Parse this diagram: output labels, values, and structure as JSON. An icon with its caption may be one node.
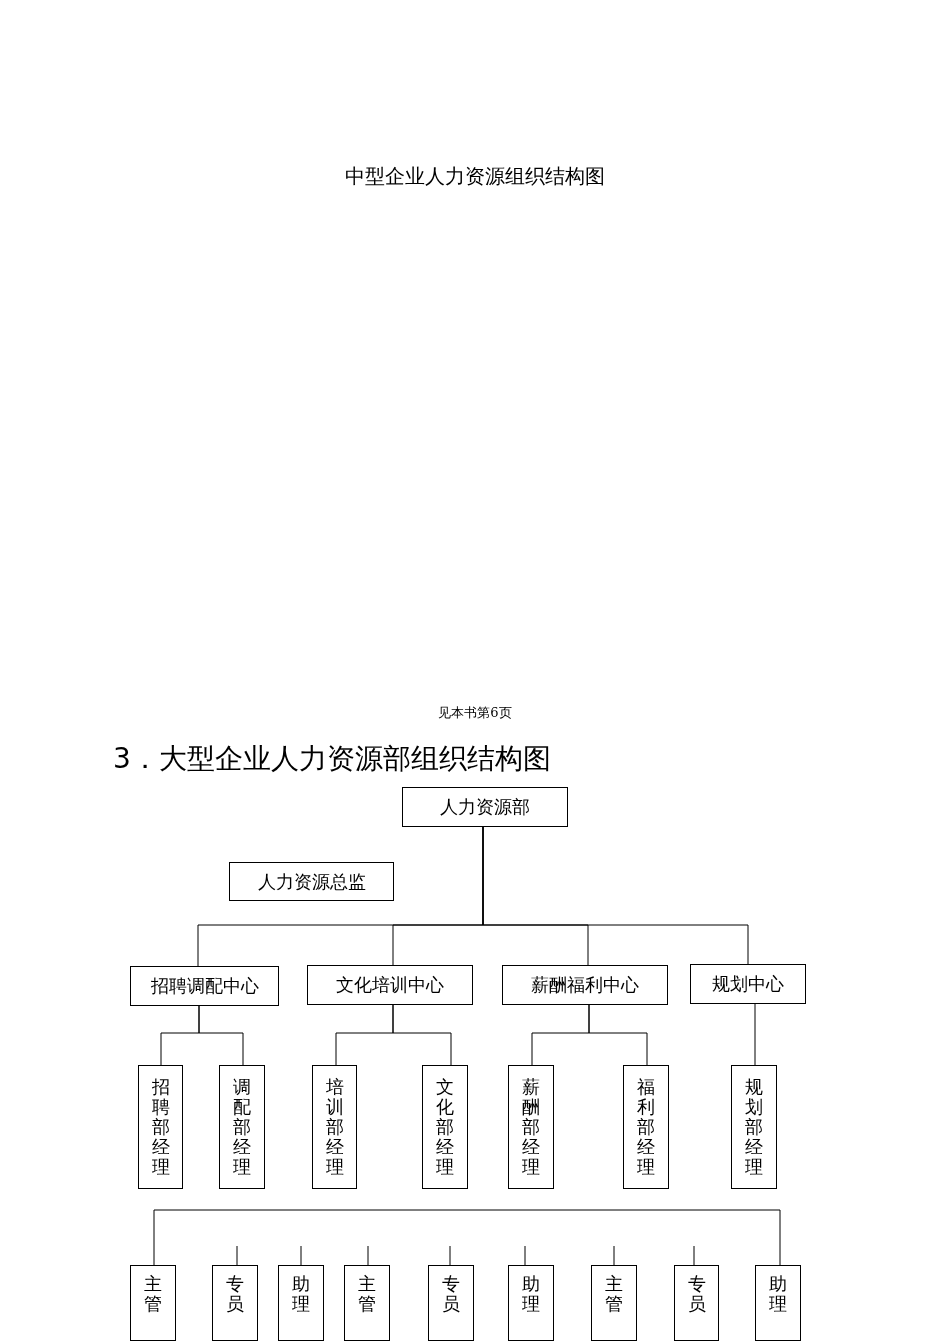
{
  "diagram": {
    "title": "中型企业人力资源组织结构图",
    "nodes": [
      {
        "text": [
          "人力资源部"
        ]
      },
      {
        "text": [
          "人力资源总监"
        ]
      },
      {
        "text": [
          "招聘调配中心"
        ]
      },
      {
        "text": [
          "文化培训中心"
        ]
      },
      {
        "text": [
          "薪酬福利中心"
        ]
      },
      {
        "text": [
          "规划中心"
        ]
      },
      {
        "text": [
          "招聘部经理"
        ]
      },
      {
        "text": [
          "调配部经理"
        ]
      },
      {
        "text": [
          "培训部经理"
        ]
      },
      {
        "text": [
          "文化部经理"
        ]
      },
      {
        "text": [
          "薪酬部经理"
        ]
      },
      {
        "text": [
          "福利部经理"
        ]
      },
      {
        "text": [
          "规划部经理"
        ]
      },
      {
        "text": [
          "主管"
        ]
      },
      {
        "text": [
          "专员"
        ]
      },
      {
        "text": [
          "助理"
        ]
      },
      {
        "text": [
          "主管"
        ]
      },
      {
        "text": [
          "专员"
        ]
      },
      {
        "text": [
          "助理"
        ]
      },
      {
        "text": [
          "主管"
        ]
      },
      {
        "text": [
          "专员"
        ]
      },
      {
        "text": [
          "助理"
        ]
      }
    ],
    "edges": [
      {
        "from": 0,
        "to": 2,
        "arrow": "none"
      },
      {
        "from": 0,
        "to": 3,
        "arrow": "none"
      },
      {
        "from": 0,
        "to": 4,
        "arrow": "none"
      },
      {
        "from": 0,
        "to": 5,
        "arrow": "none"
      },
      {
        "from": 2,
        "to": 6,
        "arrow": "none"
      },
      {
        "from": 2,
        "to": 7,
        "arrow": "none"
      },
      {
        "from": 3,
        "to": 8,
        "arrow": "none"
      },
      {
        "from": 3,
        "to": 9,
        "arrow": "none"
      },
      {
        "from": 4,
        "to": 10,
        "arrow": "none"
      },
      {
        "from": 4,
        "to": 11,
        "arrow": "none"
      },
      {
        "from": 5,
        "to": 12,
        "arrow": "none"
      },
      {
        "from": 13,
        "to": 21,
        "arrow": "none"
      },
      {
        "from": 14,
        "to": null,
        "arrow": "none"
      },
      {
        "from": 15,
        "to": null,
        "arrow": "none"
      },
      {
        "from": 16,
        "to": null,
        "arrow": "none"
      },
      {
        "from": 17,
        "to": null,
        "arrow": "none"
      },
      {
        "from": 18,
        "to": null,
        "arrow": "none"
      },
      {
        "from": 19,
        "to": null,
        "arrow": "none"
      },
      {
        "from": 20,
        "to": null,
        "arrow": "none"
      }
    ],
    "labels": [
      "见本书第6页",
      "3．大型企业人力资源部组织结构图"
    ]
  }
}
